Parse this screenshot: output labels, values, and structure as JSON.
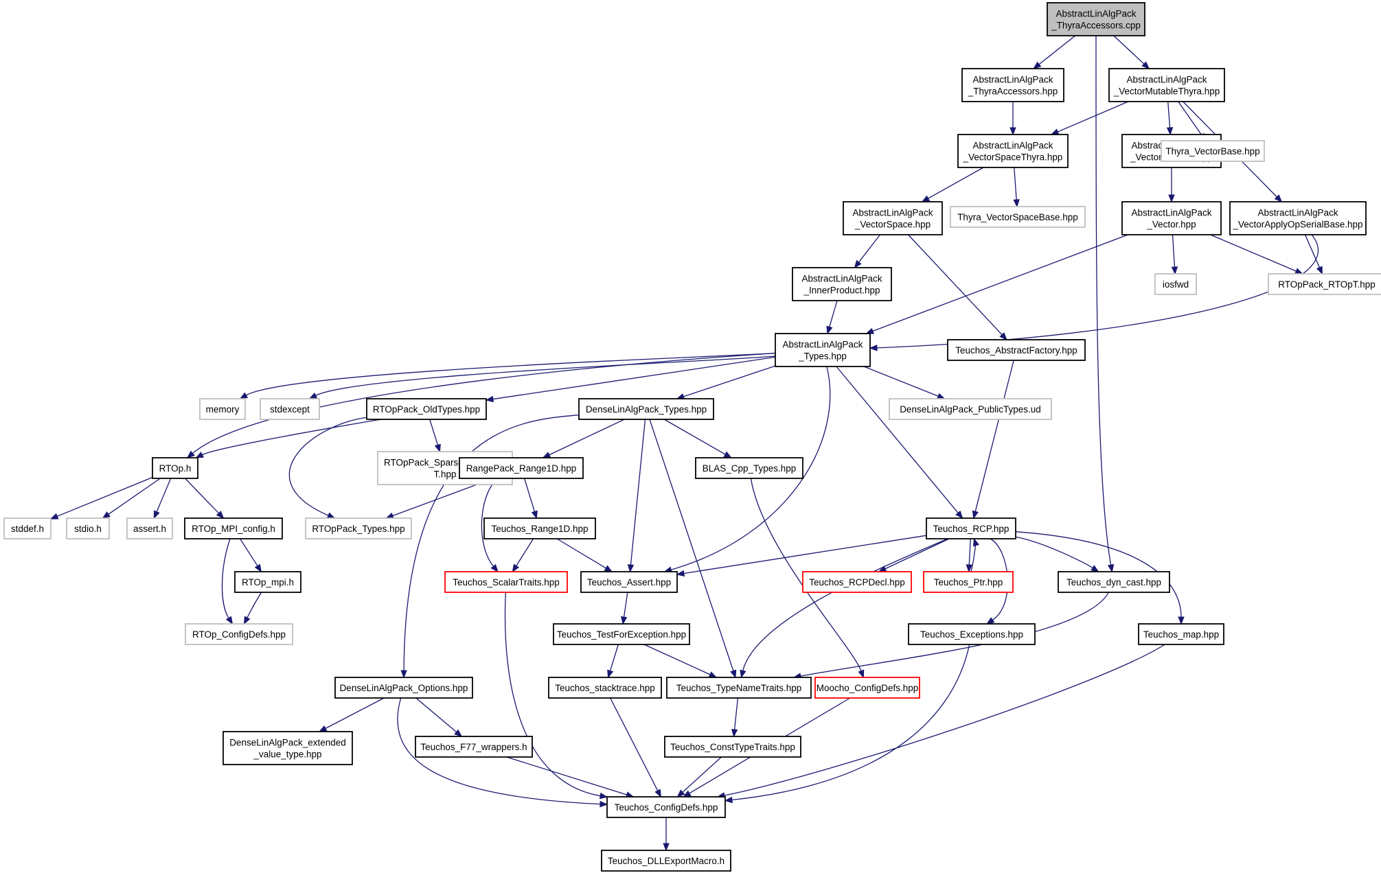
{
  "colors": {
    "edge": "#191970",
    "normal_border": "#000000",
    "external_border": "#bfbfbf",
    "incomplete_border": "#ff0000",
    "root_fill": "#bfbfbf",
    "text": "#000000"
  },
  "nodes": [
    {
      "id": "root",
      "lines": [
        "AbstractLinAlgPack",
        "_ThyraAccessors.cpp"
      ],
      "style": "root"
    },
    {
      "id": "thyraAccHpp",
      "lines": [
        "AbstractLinAlgPack",
        "_ThyraAccessors.hpp"
      ],
      "style": "normal"
    },
    {
      "id": "vecMutThyra",
      "lines": [
        "AbstractLinAlgPack",
        "_VectorMutableThyra.hpp"
      ],
      "style": "normal"
    },
    {
      "id": "vecSpaceThyra",
      "lines": [
        "AbstractLinAlgPack",
        "_VectorSpaceThyra.hpp"
      ],
      "style": "normal"
    },
    {
      "id": "vecMutable",
      "lines": [
        "AbstractLinAlgPack",
        "_VectorMutable.hpp"
      ],
      "style": "normal"
    },
    {
      "id": "thyraVecBase",
      "lines": [
        "Thyra_VectorBase.hpp"
      ],
      "style": "external"
    },
    {
      "id": "vecSpace",
      "lines": [
        "AbstractLinAlgPack",
        "_VectorSpace.hpp"
      ],
      "style": "normal"
    },
    {
      "id": "thyraVecSpaceBase",
      "lines": [
        "Thyra_VectorSpaceBase.hpp"
      ],
      "style": "external"
    },
    {
      "id": "vector",
      "lines": [
        "AbstractLinAlgPack",
        "_Vector.hpp"
      ],
      "style": "normal"
    },
    {
      "id": "vecApplyOp",
      "lines": [
        "AbstractLinAlgPack",
        "_VectorApplyOpSerialBase.hpp"
      ],
      "style": "normal"
    },
    {
      "id": "innerProduct",
      "lines": [
        "AbstractLinAlgPack",
        "_InnerProduct.hpp"
      ],
      "style": "normal"
    },
    {
      "id": "iosfwd",
      "lines": [
        "iosfwd"
      ],
      "style": "external"
    },
    {
      "id": "rtopT",
      "lines": [
        "RTOpPack_RTOpT.hpp"
      ],
      "style": "external"
    },
    {
      "id": "types",
      "lines": [
        "AbstractLinAlgPack",
        "_Types.hpp"
      ],
      "style": "normal"
    },
    {
      "id": "absFactory",
      "lines": [
        "Teuchos_AbstractFactory.hpp"
      ],
      "style": "normal"
    },
    {
      "id": "memory",
      "lines": [
        "memory"
      ],
      "style": "external"
    },
    {
      "id": "stdexcept",
      "lines": [
        "stdexcept"
      ],
      "style": "external"
    },
    {
      "id": "rtopOldTypes",
      "lines": [
        "RTOpPack_OldTypes.hpp"
      ],
      "style": "normal"
    },
    {
      "id": "denseTypes",
      "lines": [
        "DenseLinAlgPack_Types.hpp"
      ],
      "style": "normal"
    },
    {
      "id": "densePublicTypes",
      "lines": [
        "DenseLinAlgPack_PublicTypes.ud"
      ],
      "style": "external"
    },
    {
      "id": "rtopH",
      "lines": [
        "RTOp.h"
      ],
      "style": "normal"
    },
    {
      "id": "sparseSubVec",
      "lines": [
        "RTOpPack_SparseSubVector",
        "T.hpp"
      ],
      "style": "external"
    },
    {
      "id": "range1D",
      "lines": [
        "RangePack_Range1D.hpp"
      ],
      "style": "normal"
    },
    {
      "id": "blasTypes",
      "lines": [
        "BLAS_Cpp_Types.hpp"
      ],
      "style": "normal"
    },
    {
      "id": "stddef",
      "lines": [
        "stddef.h"
      ],
      "style": "external"
    },
    {
      "id": "stdio",
      "lines": [
        "stdio.h"
      ],
      "style": "external"
    },
    {
      "id": "assertH",
      "lines": [
        "assert.h"
      ],
      "style": "external"
    },
    {
      "id": "mpiConfig",
      "lines": [
        "RTOp_MPI_config.h"
      ],
      "style": "normal"
    },
    {
      "id": "rtopTypes",
      "lines": [
        "RTOpPack_Types.hpp"
      ],
      "style": "external"
    },
    {
      "id": "teuchosRange1D",
      "lines": [
        "Teuchos_Range1D.hpp"
      ],
      "style": "normal"
    },
    {
      "id": "rcp",
      "lines": [
        "Teuchos_RCP.hpp"
      ],
      "style": "normal"
    },
    {
      "id": "rtopMpi",
      "lines": [
        "RTOp_mpi.h"
      ],
      "style": "normal"
    },
    {
      "id": "scalarTraits",
      "lines": [
        "Teuchos_ScalarTraits.hpp"
      ],
      "style": "red"
    },
    {
      "id": "assertHpp",
      "lines": [
        "Teuchos_Assert.hpp"
      ],
      "style": "normal"
    },
    {
      "id": "rcpDecl",
      "lines": [
        "Teuchos_RCPDecl.hpp"
      ],
      "style": "red"
    },
    {
      "id": "ptr",
      "lines": [
        "Teuchos_Ptr.hpp"
      ],
      "style": "red"
    },
    {
      "id": "dynCast",
      "lines": [
        "Teuchos_dyn_cast.hpp"
      ],
      "style": "normal"
    },
    {
      "id": "rtopConfigDefs",
      "lines": [
        "RTOp_ConfigDefs.hpp"
      ],
      "style": "external"
    },
    {
      "id": "testForExc",
      "lines": [
        "Teuchos_TestForException.hpp"
      ],
      "style": "normal"
    },
    {
      "id": "exceptions",
      "lines": [
        "Teuchos_Exceptions.hpp"
      ],
      "style": "normal"
    },
    {
      "id": "map",
      "lines": [
        "Teuchos_map.hpp"
      ],
      "style": "normal"
    },
    {
      "id": "denseOptions",
      "lines": [
        "DenseLinAlgPack_Options.hpp"
      ],
      "style": "normal"
    },
    {
      "id": "stacktrace",
      "lines": [
        "Teuchos_stacktrace.hpp"
      ],
      "style": "normal"
    },
    {
      "id": "typeNameTraits",
      "lines": [
        "Teuchos_TypeNameTraits.hpp"
      ],
      "style": "normal"
    },
    {
      "id": "moochoConfigDefs",
      "lines": [
        "Moocho_ConfigDefs.hpp"
      ],
      "style": "red"
    },
    {
      "id": "denseExtended",
      "lines": [
        "DenseLinAlgPack_extended",
        "_value_type.hpp"
      ],
      "style": "normal"
    },
    {
      "id": "f77wrappers",
      "lines": [
        "Teuchos_F77_wrappers.h"
      ],
      "style": "normal"
    },
    {
      "id": "constTypeTraits",
      "lines": [
        "Teuchos_ConstTypeTraits.hpp"
      ],
      "style": "normal"
    },
    {
      "id": "teuchosConfigDefs",
      "lines": [
        "Teuchos_ConfigDefs.hpp"
      ],
      "style": "normal"
    },
    {
      "id": "dllExport",
      "lines": [
        "Teuchos_DLLExportMacro.h"
      ],
      "style": "normal"
    }
  ],
  "edges": [
    [
      "root",
      "thyraAccHpp"
    ],
    [
      "root",
      "vecMutThyra"
    ],
    [
      "root",
      "dynCast"
    ],
    [
      "thyraAccHpp",
      "vecSpaceThyra"
    ],
    [
      "vecMutThyra",
      "vecSpaceThyra"
    ],
    [
      "vecMutThyra",
      "vecMutable"
    ],
    [
      "vecMutThyra",
      "thyraVecBase"
    ],
    [
      "vecMutThyra",
      "vecApplyOp"
    ],
    [
      "vecSpaceThyra",
      "vecSpace"
    ],
    [
      "vecSpaceThyra",
      "thyraVecSpaceBase"
    ],
    [
      "vecMutable",
      "vector"
    ],
    [
      "vecSpace",
      "innerProduct"
    ],
    [
      "vecSpace",
      "absFactory"
    ],
    [
      "vector",
      "types"
    ],
    [
      "vector",
      "iosfwd"
    ],
    [
      "vector",
      "rtopT"
    ],
    [
      "vecApplyOp",
      "rtopT"
    ],
    [
      "vecApplyOp",
      "types"
    ],
    [
      "innerProduct",
      "types"
    ],
    [
      "types",
      "memory"
    ],
    [
      "types",
      "stdexcept"
    ],
    [
      "types",
      "rtopH"
    ],
    [
      "types",
      "rtopOldTypes"
    ],
    [
      "types",
      "denseTypes"
    ],
    [
      "types",
      "densePublicTypes"
    ],
    [
      "types",
      "assertHpp"
    ],
    [
      "types",
      "rcp"
    ],
    [
      "absFactory",
      "rcp"
    ],
    [
      "rtopOldTypes",
      "rtopH"
    ],
    [
      "rtopOldTypes",
      "sparseSubVec"
    ],
    [
      "rtopOldTypes",
      "rtopTypes"
    ],
    [
      "denseTypes",
      "range1D"
    ],
    [
      "denseTypes",
      "blasTypes"
    ],
    [
      "denseTypes",
      "assertHpp"
    ],
    [
      "denseTypes",
      "typeNameTraits"
    ],
    [
      "denseTypes",
      "denseOptions"
    ],
    [
      "rtopH",
      "stddef"
    ],
    [
      "rtopH",
      "stdio"
    ],
    [
      "rtopH",
      "assertH"
    ],
    [
      "rtopH",
      "mpiConfig"
    ],
    [
      "mpiConfig",
      "rtopMpi"
    ],
    [
      "mpiConfig",
      "rtopConfigDefs"
    ],
    [
      "rtopMpi",
      "rtopConfigDefs"
    ],
    [
      "range1D",
      "rtopTypes"
    ],
    [
      "range1D",
      "teuchosRange1D"
    ],
    [
      "range1D",
      "scalarTraits"
    ],
    [
      "teuchosRange1D",
      "scalarTraits"
    ],
    [
      "teuchosRange1D",
      "assertHpp"
    ],
    [
      "blasTypes",
      "moochoConfigDefs"
    ],
    [
      "rcp",
      "assertHpp"
    ],
    [
      "rcp",
      "rcpDecl"
    ],
    [
      "rcp",
      "ptr"
    ],
    [
      "ptr",
      "rcp"
    ],
    [
      "rcp",
      "dynCast"
    ],
    [
      "rcp",
      "exceptions"
    ],
    [
      "rcp",
      "map"
    ],
    [
      "rcp",
      "typeNameTraits"
    ],
    [
      "dynCast",
      "typeNameTraits"
    ],
    [
      "assertHpp",
      "testForExc"
    ],
    [
      "testForExc",
      "stacktrace"
    ],
    [
      "testForExc",
      "typeNameTraits"
    ],
    [
      "scalarTraits",
      "teuchosConfigDefs"
    ],
    [
      "exceptions",
      "teuchosConfigDefs"
    ],
    [
      "map",
      "teuchosConfigDefs"
    ],
    [
      "denseOptions",
      "denseExtended"
    ],
    [
      "denseOptions",
      "f77wrappers"
    ],
    [
      "denseOptions",
      "teuchosConfigDefs"
    ],
    [
      "stacktrace",
      "teuchosConfigDefs"
    ],
    [
      "typeNameTraits",
      "constTypeTraits"
    ],
    [
      "moochoConfigDefs",
      "teuchosConfigDefs"
    ],
    [
      "f77wrappers",
      "teuchosConfigDefs"
    ],
    [
      "constTypeTraits",
      "teuchosConfigDefs"
    ],
    [
      "teuchosConfigDefs",
      "dllExport"
    ]
  ]
}
